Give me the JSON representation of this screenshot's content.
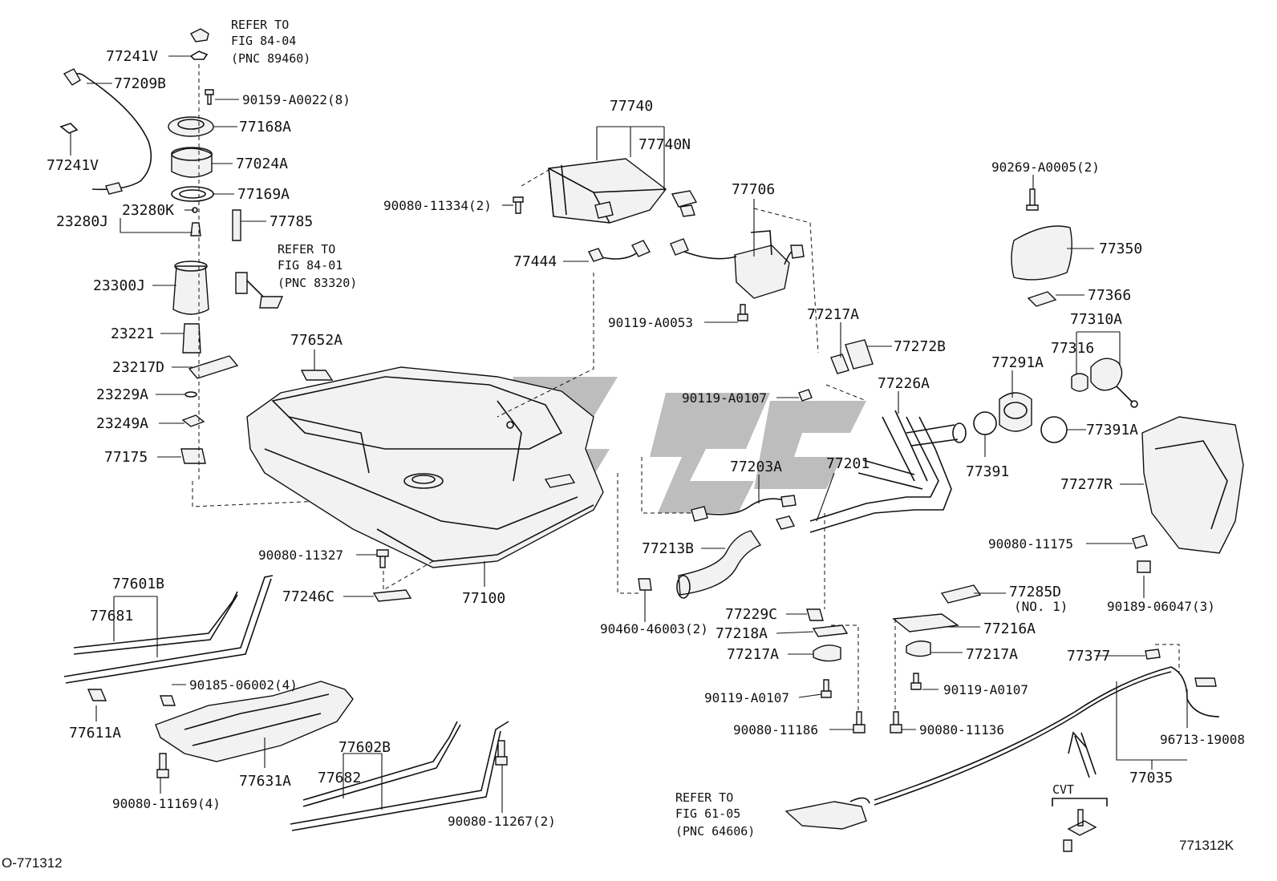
{
  "refs": {
    "fig_84_04": [
      "REFER TO",
      "FIG 84-04",
      "(PNC 89460)"
    ],
    "fig_84_01": [
      "REFER TO",
      "FIG 84-01",
      "(PNC 83320)"
    ],
    "fig_61_05": [
      "REFER TO",
      "FIG 61-05",
      "(PNC 64606)"
    ]
  },
  "note_cvt": "CVT",
  "bottom_left_code": "O-771312",
  "bottom_right_code": "771312K",
  "parts": {
    "p77241V_top": "77241V",
    "p77209B": "77209B",
    "p90159": "90159-A0022(8)",
    "p77168A": "77168A",
    "p77241V_bot": "77241V",
    "p77024A": "77024A",
    "p77169A": "77169A",
    "p23280K": "23280K",
    "p23280J": "23280J",
    "p77785": "77785",
    "p23300J": "23300J",
    "p23221": "23221",
    "p23217D": "23217D",
    "p23229A": "23229A",
    "p23249A": "23249A",
    "p77175": "77175",
    "p77652A": "77652A",
    "p77740": "77740",
    "p77740N": "77740N",
    "p90080_11334": "90080-11334(2)",
    "p77444": "77444",
    "p77706": "77706",
    "p90119_A0053": "90119-A0053",
    "p90269": "90269-A0005(2)",
    "p77350": "77350",
    "p77366": "77366",
    "p77310A": "77310A",
    "p77217A_top": "77217A",
    "p77272B": "77272B",
    "p77291A": "77291A",
    "p77316": "77316",
    "p90119_A0107_a": "90119-A0107",
    "p77226A": "77226A",
    "p77391A": "77391A",
    "p77391": "77391",
    "p77203A": "77203A",
    "p77201": "77201",
    "p77277R": "77277R",
    "p90080_11175": "90080-11175",
    "p77213B": "77213B",
    "p90080_11327": "90080-11327",
    "p77601B": "77601B",
    "p77681": "77681",
    "p77246C": "77246C",
    "p77100": "77100",
    "p90189": "90189-06047(3)",
    "p77285D": "77285D",
    "p77285D_note": "(NO. 1)",
    "p77229C": "77229C",
    "p90460": "90460-46003(2)",
    "p77218A": "77218A",
    "p77216A": "77216A",
    "p77217A_mid": "77217A",
    "p77217A_right": "77217A",
    "p77377": "77377",
    "p90185": "90185-06002(4)",
    "p90119_A0107_b": "90119-A0107",
    "p90119_A0107_c": "90119-A0107",
    "p77611A": "77611A",
    "p90080_11186": "90080-11186",
    "p90080_11136": "90080-11136",
    "p96713": "96713-19008",
    "p77602B": "77602B",
    "p77682": "77682",
    "p77631A": "77631A",
    "p77035": "77035",
    "p90080_11169": "90080-11169(4)",
    "p90080_11267": "90080-11267(2)"
  }
}
